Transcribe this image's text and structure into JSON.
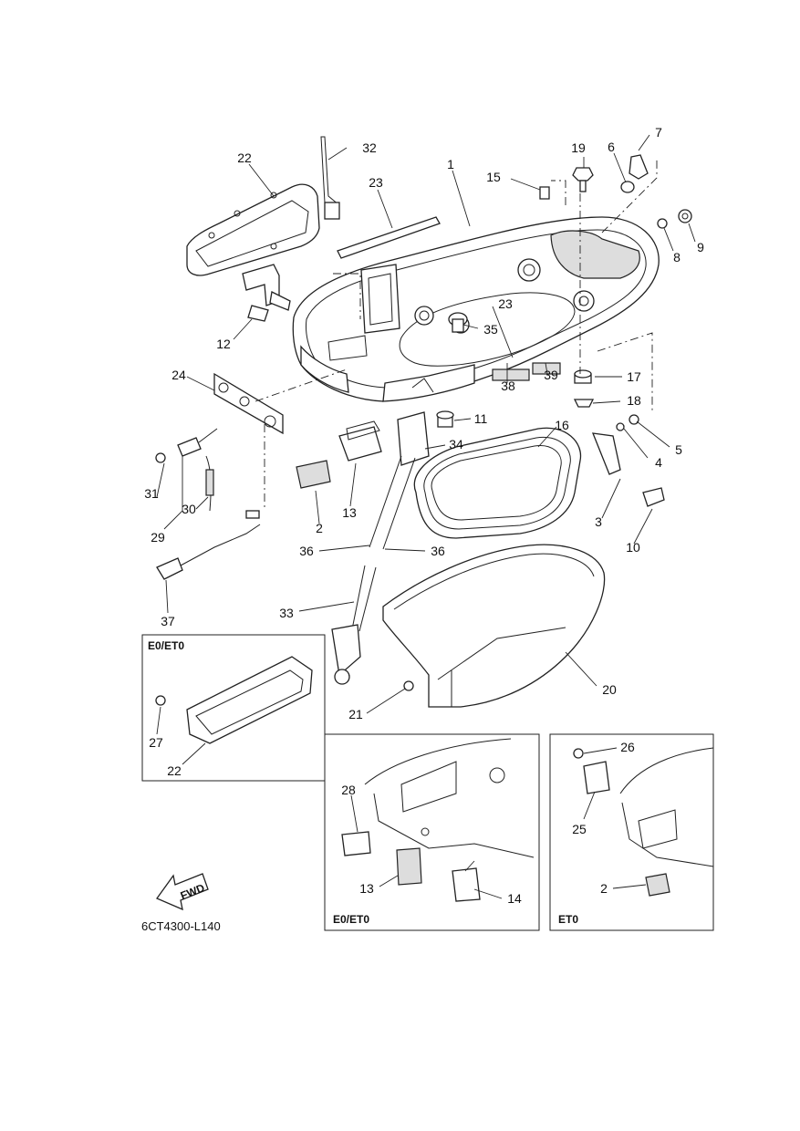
{
  "diagram": {
    "drawing_code": "6CT4300-L140",
    "fwd_label": "FWD",
    "inset_boxes": [
      {
        "id": "box-left",
        "label": "E0/ET0"
      },
      {
        "id": "box-mid",
        "label": "E0/ET0"
      },
      {
        "id": "box-right",
        "label": "ET0"
      }
    ],
    "callouts": [
      {
        "id": "c32",
        "text": "32"
      },
      {
        "id": "c22a",
        "text": "22"
      },
      {
        "id": "c23a",
        "text": "23"
      },
      {
        "id": "c1",
        "text": "1"
      },
      {
        "id": "c15",
        "text": "15"
      },
      {
        "id": "c19",
        "text": "19"
      },
      {
        "id": "c6",
        "text": "6"
      },
      {
        "id": "c7",
        "text": "7"
      },
      {
        "id": "c9",
        "text": "9"
      },
      {
        "id": "c8",
        "text": "8"
      },
      {
        "id": "c12",
        "text": "12"
      },
      {
        "id": "c23b",
        "text": "23"
      },
      {
        "id": "c35",
        "text": "35"
      },
      {
        "id": "c24",
        "text": "24"
      },
      {
        "id": "c17",
        "text": "17"
      },
      {
        "id": "c18",
        "text": "18"
      },
      {
        "id": "c38",
        "text": "38"
      },
      {
        "id": "c39",
        "text": "39"
      },
      {
        "id": "c11",
        "text": "11"
      },
      {
        "id": "c16",
        "text": "16"
      },
      {
        "id": "c5",
        "text": "5"
      },
      {
        "id": "c4",
        "text": "4"
      },
      {
        "id": "c34",
        "text": "34"
      },
      {
        "id": "c31",
        "text": "31"
      },
      {
        "id": "c30",
        "text": "30"
      },
      {
        "id": "c29",
        "text": "29"
      },
      {
        "id": "c2a",
        "text": "2"
      },
      {
        "id": "c13a",
        "text": "13"
      },
      {
        "id": "c3",
        "text": "3"
      },
      {
        "id": "c10",
        "text": "10"
      },
      {
        "id": "c36a",
        "text": "36"
      },
      {
        "id": "c36b",
        "text": "36"
      },
      {
        "id": "c37",
        "text": "37"
      },
      {
        "id": "c33",
        "text": "33"
      },
      {
        "id": "c20",
        "text": "20"
      },
      {
        "id": "c21",
        "text": "21"
      },
      {
        "id": "c27",
        "text": "27"
      },
      {
        "id": "c22b",
        "text": "22"
      },
      {
        "id": "c26",
        "text": "26"
      },
      {
        "id": "c28",
        "text": "28"
      },
      {
        "id": "c25",
        "text": "25"
      },
      {
        "id": "c13b",
        "text": "13"
      },
      {
        "id": "c14",
        "text": "14"
      },
      {
        "id": "c2b",
        "text": "2"
      }
    ]
  }
}
